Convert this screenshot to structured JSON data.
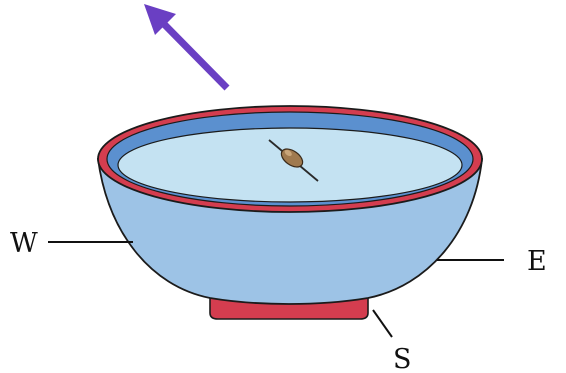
{
  "labels": {
    "west": "W",
    "east": "E",
    "south": "S"
  },
  "colors": {
    "arrow": "#6a3fc3",
    "bowl_outer": "#9dc3e6",
    "bowl_inner": "#5b90cf",
    "water": "#c4e2f2",
    "rim": "#d43d4f",
    "outline": "#1b1b1b",
    "needle_cork": "#a07a4f"
  },
  "icons": {
    "direction_arrow": "arrow-up-left-icon",
    "needle": "magnetised-needle-on-cork"
  }
}
